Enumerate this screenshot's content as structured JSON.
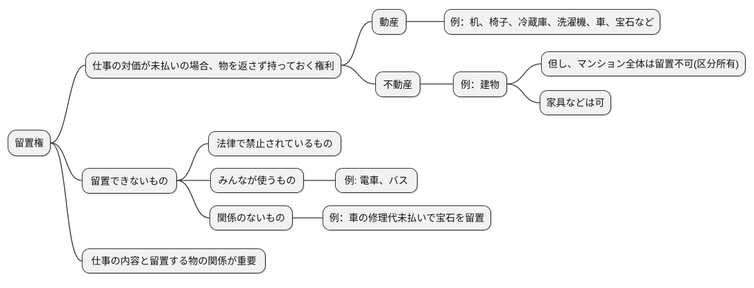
{
  "diagram": {
    "type": "mindmap",
    "topic": "lien (right of retention)"
  },
  "colors": {
    "background": "#ffffff",
    "node_fill": "#f2f2f2",
    "node_border": "#333333",
    "edge_color": "#333333",
    "text_color": "#111111"
  },
  "mindmap": {
    "root": {
      "label": "留置権",
      "children": [
        {
          "label": "仕事の対価が未払いの場合、物を返さず持っておく権利",
          "children": [
            {
              "label": "動産",
              "children": [
                {
                  "label": "例：机、椅子、冷蔵庫、洗濯機、車、宝石など"
                }
              ]
            },
            {
              "label": "不動産",
              "children": [
                {
                  "label": "例：建物",
                  "children": [
                    {
                      "label": "但し、マンション全体は留置不可(区分所有)"
                    },
                    {
                      "label": "家具などは可"
                    }
                  ]
                }
              ]
            }
          ]
        },
        {
          "label": "留置できないもの",
          "children": [
            {
              "label": "法律で禁止されているもの"
            },
            {
              "label": "みんなが使うもの",
              "children": [
                {
                  "label": "例: 電車、バス"
                }
              ]
            },
            {
              "label": "関係のないもの",
              "children": [
                {
                  "label": "例：車の修理代未払いで宝石を留置"
                }
              ]
            }
          ]
        },
        {
          "label": "仕事の内容と留置する物の関係が重要"
        }
      ]
    }
  }
}
